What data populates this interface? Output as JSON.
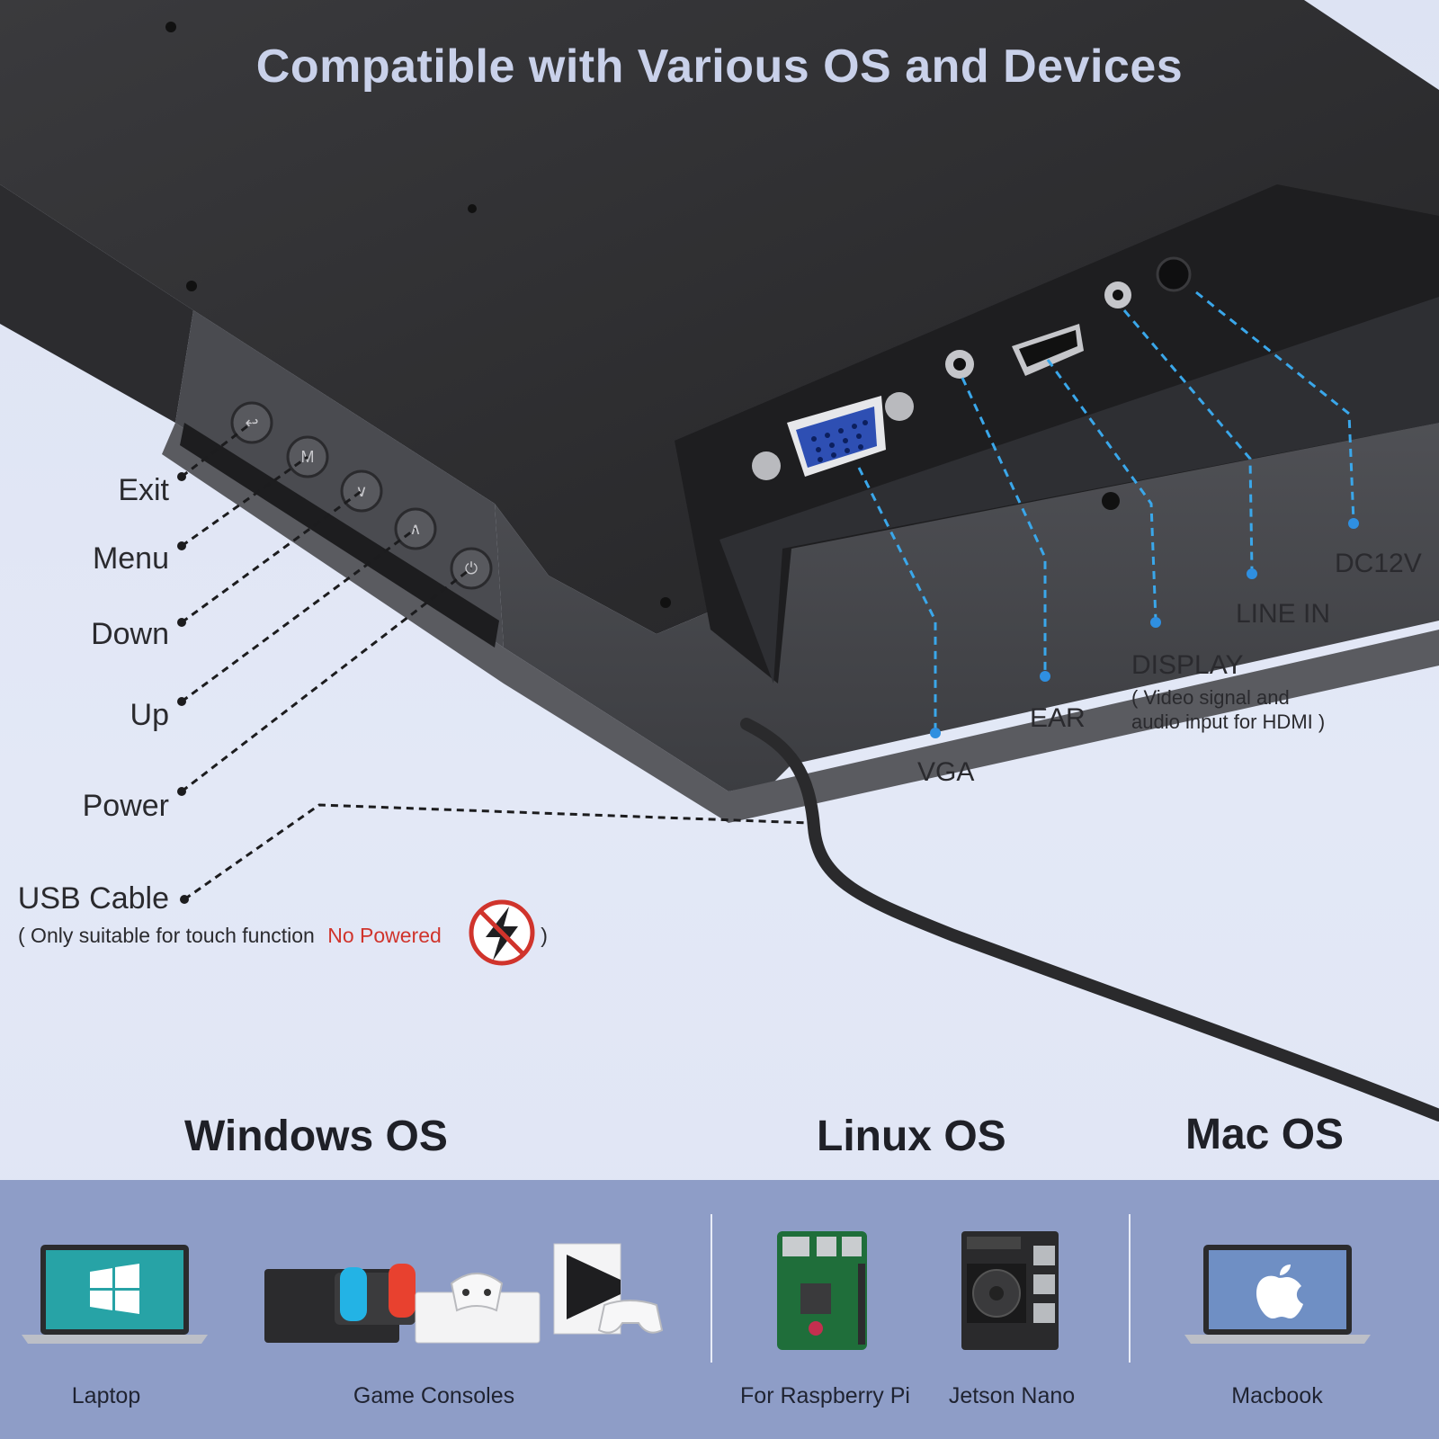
{
  "title": "Compatible with Various OS and Devices",
  "buttons": {
    "exit": "Exit",
    "menu": "Menu",
    "down": "Down",
    "up": "Up",
    "power": "Power",
    "usb_cable": "USB Cable"
  },
  "usb_note": {
    "open": "( Only suitable for touch function",
    "warning": "No Powered",
    "close": ")"
  },
  "ports": {
    "vga": "VGA",
    "ear": "EAR",
    "display": "DISPLAY",
    "display_note_1": "( Video signal and",
    "display_note_2": "audio input for HDMI )",
    "line_in": "LINE IN",
    "dc12v": "DC12V"
  },
  "os": {
    "windows": "Windows OS",
    "linux": "Linux OS",
    "mac": "Mac OS"
  },
  "devices": {
    "laptop": "Laptop",
    "game_consoles": "Game Consoles",
    "raspberry_pi": "For Raspberry Pi",
    "jetson_nano": "Jetson Nano",
    "macbook": "Macbook"
  },
  "colors": {
    "callout_blue": "#3aa7ea",
    "warning_red": "#d0342c",
    "band": "#8e9dc7",
    "device_body": "#2b2b2d"
  },
  "icons": [
    "windows-logo-icon",
    "apple-logo-icon",
    "no-power-icon"
  ]
}
